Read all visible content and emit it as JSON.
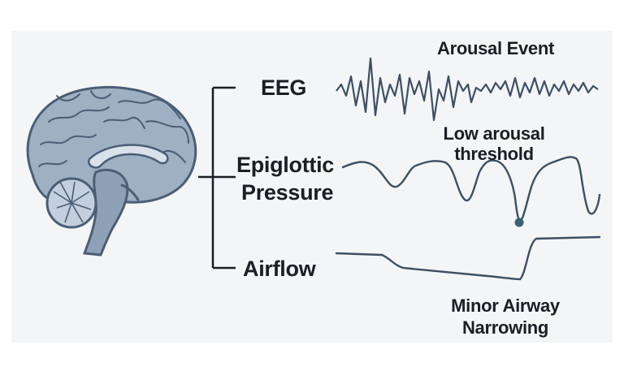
{
  "figure": {
    "signals": {
      "eeg": "EEG",
      "epiglottic_line1": "Epiglottic",
      "epiglottic_line2": "Pressure",
      "airflow": "Airflow"
    },
    "annotations": {
      "arousal_event": "Arousal Event",
      "threshold_line1": "Low arousal",
      "threshold_line2": "threshold",
      "narrowing_line1": "Minor Airway",
      "narrowing_line2": "Narrowing"
    },
    "colors": {
      "ink": "#1b1f24",
      "waveform": "#3d4f63",
      "brain_fill": "#9fb0c3",
      "brain_dark": "#4a5e75",
      "background": "#f3f5f7"
    },
    "icons": {
      "brain": "brain-illustration"
    }
  }
}
